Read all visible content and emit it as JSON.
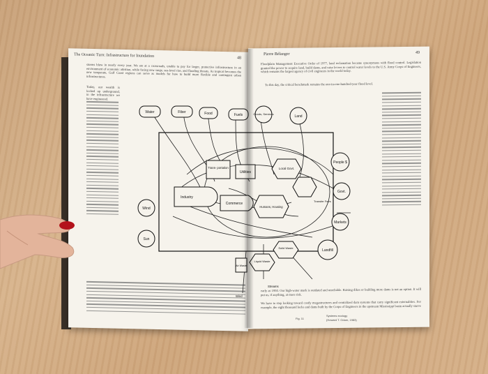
{
  "book": {
    "left_header": "The Oceanic Turn: Infrastructure for Inundation",
    "left_page_number": "48",
    "right_header": "Pierre Bélanger",
    "right_page_number": "49",
    "left_paragraph_1": "storms blow in nearly every year. We are at a crossroads, unable to pay for larger, protective infrastructure in an environment of economic attrition, while facing new surge, sea-level rise, and flooding threats. As tropical becomes the new temperate, Gulf Coast regions can serve as models for how to build more flexible and contingent urban infrastructures.",
    "left_paragraph_2_lead": "Today, our wealth is locked up underground, in the infrastructure we have engineered.",
    "right_paragraph_1": "Floodplain Management Executive Order of 1977, land reclamation became synonymous with flood control. Legislation granted the power to acquire land, build dams, and raise levees to control water levels to the U.S. Army Corps of Engineers, which remains the largest agency of civil engineers in the world today.",
    "right_paragraph_2_lead": "To this day, the critical benchmark remains the one-in-one-hundred-year flood level.",
    "right_bottom_1": "early as 1950. Our high-water mark is outdated and unreliable. Raising dikes or building more dams is not an option. It will put us, if anything, at more risk.",
    "right_bottom_2": "We have to stop looking toward costly megastructures and centralized dam systems that carry significant externalities. For example, the eight thousand locks and dams built by the Corps of Engineers in the upstream Mississippi basin actually starve"
  },
  "diagram": {
    "nodes": {
      "water": "Water",
      "fiber": "Fiber",
      "food": "Food",
      "fuels": "Fuels",
      "goods_services": "Goods, Services",
      "land": "Land",
      "people": "People $",
      "govt": "Govt.",
      "markets": "Markets",
      "landfill": "Landfill",
      "solid_waste": "Solid Waste",
      "liquid_waste": "Liquid Waste",
      "air_waste": "Air Waste",
      "streams": "Streams",
      "wind_bottom": "Wind",
      "wind_left": "Wind",
      "sun": "Sun",
      "transportation": "Trans- portation",
      "utilities": "Utilities",
      "industry": "Industry",
      "commerce": "Commerce",
      "local_govt": "Local Govt.",
      "humans_housing": "Humans, Housing",
      "transfer_fees": "Transfer Fees"
    },
    "caption_label": "Fig. 11",
    "caption_title": "Systems ecology",
    "caption_credit": "(Howard T. Odum, 1983)"
  }
}
